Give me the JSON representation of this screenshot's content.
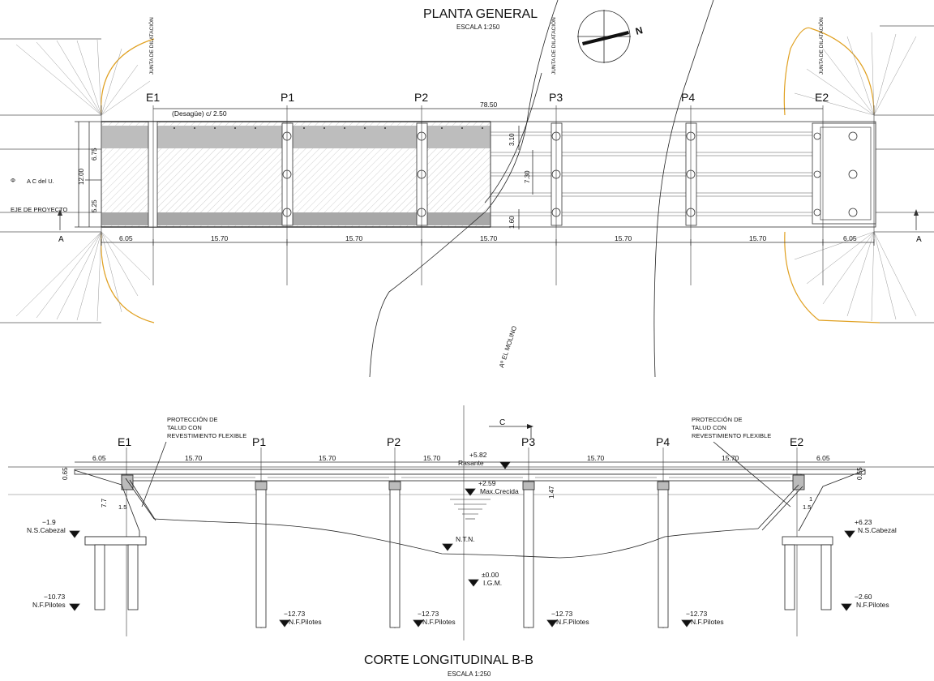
{
  "plan": {
    "title": "PLANTA GENERAL",
    "scale": "ESCALA 1:250",
    "north": "N",
    "joint_label": "JUNTA DE DILATACIÓN",
    "axes": [
      "E1",
      "P1",
      "P2",
      "P3",
      "P4",
      "E2"
    ],
    "total_length": "78.50",
    "drain": "(Desagüe) c/ 2.50",
    "spans": [
      "6.05",
      "15.70",
      "15.70",
      "15.70",
      "15.70",
      "15.70",
      "6.05"
    ],
    "width_total": "12.00",
    "width_left_a": "6.75",
    "width_left_b": "5.25",
    "beam_dims": [
      "3.10",
      "7.30",
      "1.60"
    ],
    "ac_label": "A C del U.",
    "ac_symbol": "Φ",
    "eje_label": "EJE DE PROYECTO",
    "section_mark": "A",
    "river": "Aº EL MOLINO"
  },
  "section": {
    "title": "CORTE LONGITUDINAL B-B",
    "scale": "ESCALA 1:250",
    "axes": [
      "E1",
      "P1",
      "P2",
      "P3",
      "P4",
      "E2"
    ],
    "spans": [
      "6.05",
      "15.70",
      "15.70",
      "15.70",
      "15.70",
      "15.70",
      "6.05"
    ],
    "protection": [
      "PROTECCIÓN DE",
      "TALUD CON",
      "REVESTIMIENTO FLEXIBLE"
    ],
    "section_mark": "C",
    "rasante_value": "+5.82",
    "rasante_label": "Rasante",
    "crecida_value": "+2.59",
    "crecida_label": "Max.Crecida",
    "ntn_label": "N.T.N.",
    "igm_value": "±0.00",
    "igm_label": "I.G.M.",
    "left_cabezal_value": "−1.9",
    "right_cabezal_value": "+6.23",
    "cabezal_label": "N.S.Cabezal",
    "left_pile_value": "−10.73",
    "right_pile_value": "−2.60",
    "pile_label": "N.F.Pilotes",
    "pier_pile_value": "−12.73",
    "deck_depth": "0.65",
    "left_height": "7.7",
    "slope": "1.5",
    "slope_num": "1",
    "clearance": "1.47"
  }
}
